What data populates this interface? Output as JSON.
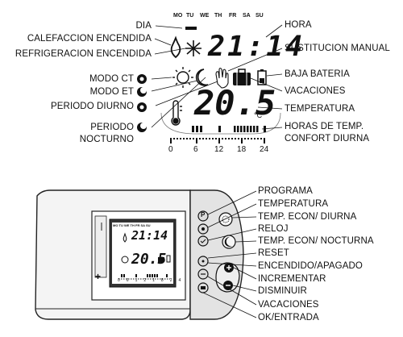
{
  "top": {
    "days": [
      "MO",
      "TU",
      "WE",
      "TH",
      "FR",
      "SA",
      "SU"
    ],
    "time_display": "21:14",
    "temp_display": "20.5",
    "temp_unit": "°C",
    "axis_ticks": [
      "0",
      "6",
      "12",
      "18",
      "24"
    ],
    "left_labels": {
      "dia": "DIA",
      "calefaccion": "CALEFACCION ENCENDIDA",
      "refrigeracion": "REFRIGERACION ENCENDIDA",
      "modo_ct": "MODO CT",
      "modo_et": "MODO ET",
      "periodo_diurno": "PERIODO DIURNO",
      "periodo_nocturno_1": "PERIODO",
      "periodo_nocturno_2": "NOCTURNO"
    },
    "right_labels": {
      "hora": "HORA",
      "sustitucion": "SUSTITUCION MANUAL",
      "baja_bateria": "BAJA BATERIA",
      "vacaciones": "VACACIONES",
      "temperatura": "TEMPERATURA",
      "horas_1": "HORAS DE TEMP.",
      "horas_2": "CONFORT DIURNA"
    }
  },
  "device": {
    "mini_days": "MO TU WE TH FR SA SU",
    "mini_time": "21:14",
    "mini_temp": "20.5",
    "mini_ticks": [
      "0",
      "6",
      "12",
      "18",
      "24"
    ],
    "plus": "+",
    "buttons": [
      "P",
      "",
      "",
      "",
      "",
      "",
      ""
    ]
  },
  "callouts": [
    "PROGRAMA",
    "TEMPERATURA",
    "TEMP. ECON/ DIURNA",
    "RELOJ",
    "TEMP. ECON/ NOCTURNA",
    "RESET",
    "ENCENDIDO/APAGADO",
    "INCREMENTAR",
    "DISMINUIR",
    "VACACIONES",
    "OK/ENTRADA"
  ]
}
